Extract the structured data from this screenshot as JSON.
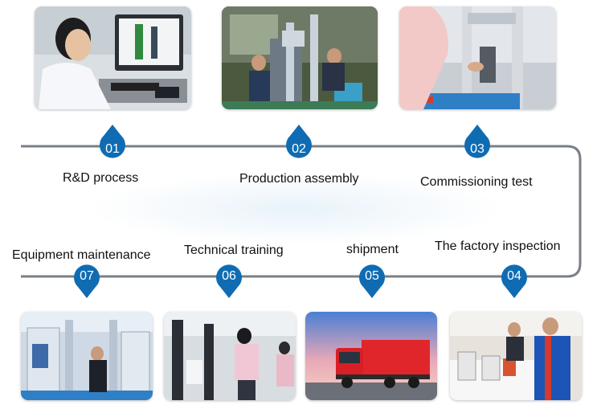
{
  "colors": {
    "route": "#7a7f86",
    "pin": "#0f6cb3",
    "pin_text": "#ffffff",
    "label": "#111111"
  },
  "steps": [
    {
      "number": "01",
      "label": "R&D process",
      "photo": "engineer-cad-photo"
    },
    {
      "number": "02",
      "label": "Production assembly",
      "photo": "assembly-workshop-photo"
    },
    {
      "number": "03",
      "label": "Commissioning test",
      "photo": "testing-machine-photo"
    },
    {
      "number": "04",
      "label": "The factory inspection",
      "photo": "inspection-photo"
    },
    {
      "number": "05",
      "label": "shipment",
      "photo": "truck-photo"
    },
    {
      "number": "06",
      "label": "Technical training",
      "photo": "training-photo"
    },
    {
      "number": "07",
      "label": "Equipment maintenance",
      "photo": "maintenance-photo"
    }
  ]
}
